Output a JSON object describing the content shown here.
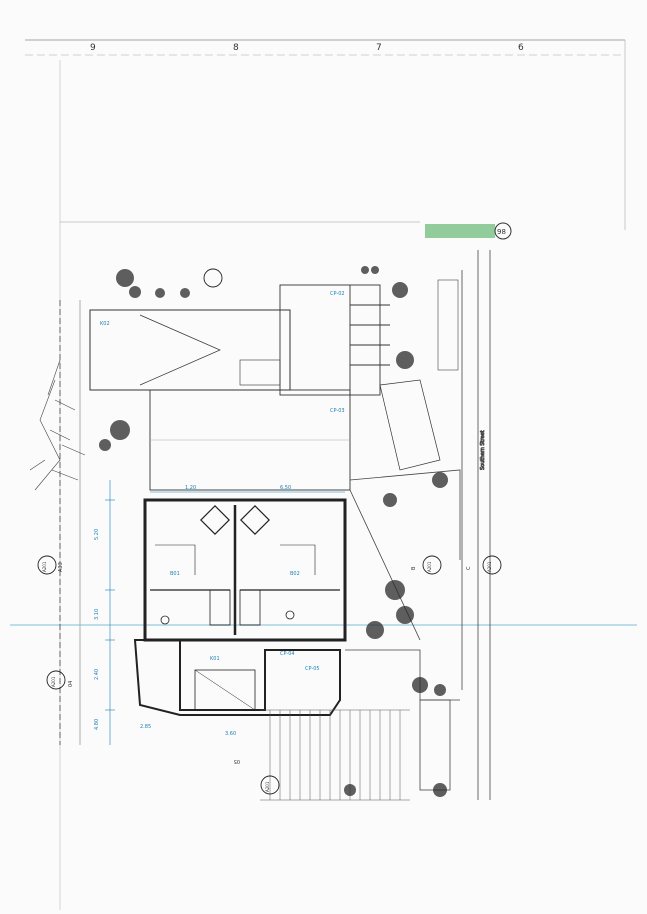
{
  "sheet": {
    "grid_labels": [
      "9",
      "8",
      "7",
      "6"
    ],
    "sheet_number": "98",
    "street_label": "Southern Street",
    "section_marks": [
      {
        "code": "A03",
        "ref": "A201"
      },
      {
        "code": "04",
        "ref": "A201"
      },
      {
        "code": "05",
        "ref": "A201"
      },
      {
        "code": "B",
        "ref": "A201"
      },
      {
        "code": "C",
        "ref": "A201"
      }
    ],
    "room_labels": [
      "CP-02",
      "CP-03",
      "CP-04",
      "CP-05",
      "B01",
      "B02",
      "K01",
      "K02"
    ],
    "dimension_labels": [
      "5.20",
      "3.10",
      "2.40",
      "4.80",
      "1.20",
      "6.50",
      "2.85",
      "3.60"
    ]
  },
  "colors": {
    "linework": "#333333",
    "annotation": "#1a7fb5",
    "vegetation": "#2a2a2a",
    "scan_line": "#a8d4e6",
    "logo_green": "#3aa64a"
  }
}
